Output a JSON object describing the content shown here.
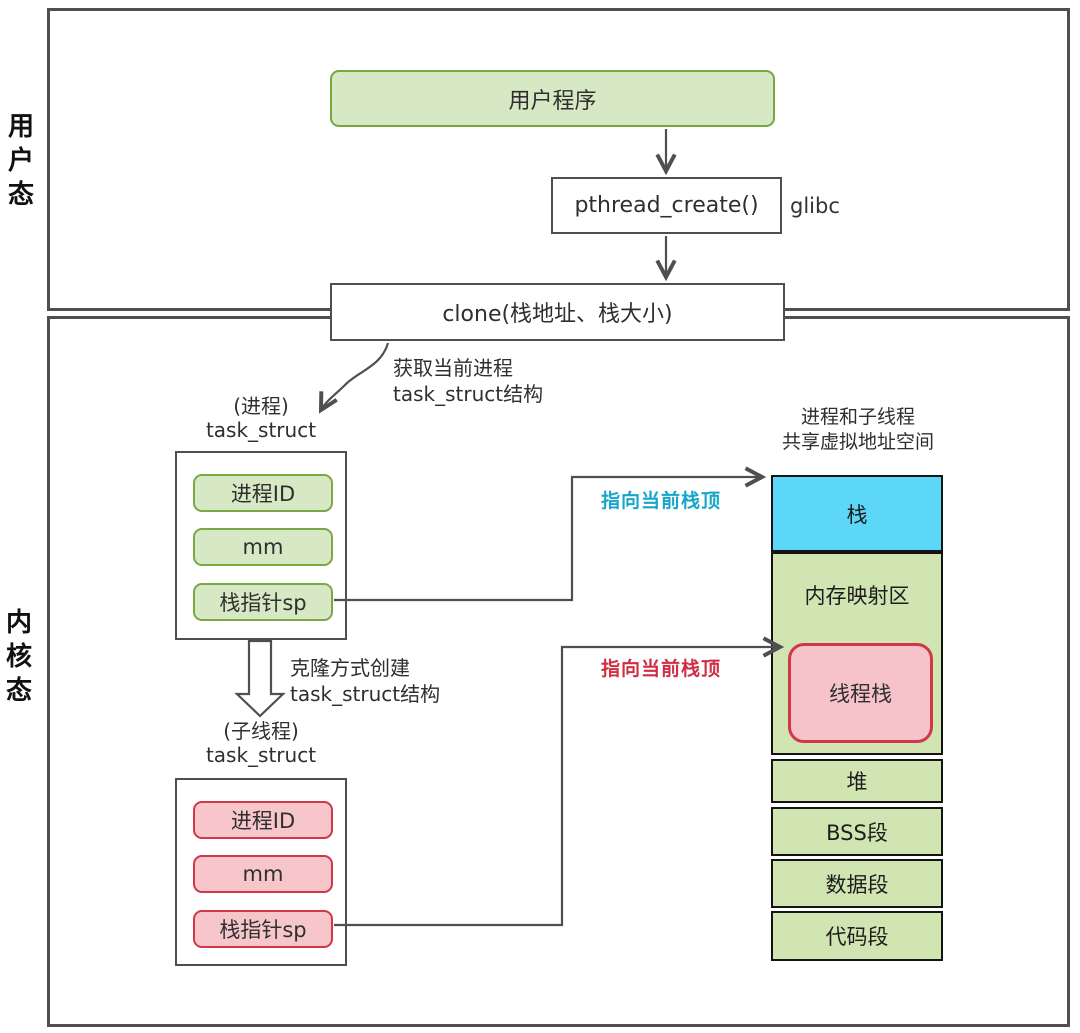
{
  "regions": {
    "user_mode_label": "用户态",
    "kernel_mode_label": "内核态"
  },
  "flow": {
    "user_program": "用户程序",
    "pthread_create": "pthread_create()",
    "glibc": "glibc",
    "clone": "clone(栈地址、栈大小)",
    "get_current_note_line1": "获取当前进程",
    "get_current_note_line2": "task_struct结构",
    "clone_create_note_line1": "克隆方式创建",
    "clone_create_note_line2": "task_struct结构"
  },
  "process_struct": {
    "caption_top": "(进程)",
    "caption_bottom": "task_struct",
    "fields": [
      "进程ID",
      "mm",
      "栈指针sp"
    ]
  },
  "thread_struct": {
    "caption_top": "(子线程)",
    "caption_bottom": "task_struct",
    "fields": [
      "进程ID",
      "mm",
      "栈指针sp"
    ]
  },
  "memory": {
    "title_line1": "进程和子线程",
    "title_line2": "共享虚拟地址空间",
    "sections": [
      {
        "label": "栈"
      },
      {
        "label": "内存映射区"
      },
      {
        "label": "堆"
      },
      {
        "label": "BSS段"
      },
      {
        "label": "数据段"
      },
      {
        "label": "代码段"
      }
    ],
    "thread_stack_label": "线程栈"
  },
  "pointers": {
    "to_stack_top_blue": "指向当前栈顶",
    "to_stack_top_red": "指向当前栈顶"
  },
  "colors": {
    "green_fill": "#d7e9c4",
    "green_border": "#7ca747",
    "pink_fill": "#f6c6cb",
    "red_border": "#d23749",
    "blue_fill": "#5cd7f7",
    "blue_text": "#17a6ca",
    "red_text": "#d02e44",
    "line": "#4f4f4f"
  }
}
